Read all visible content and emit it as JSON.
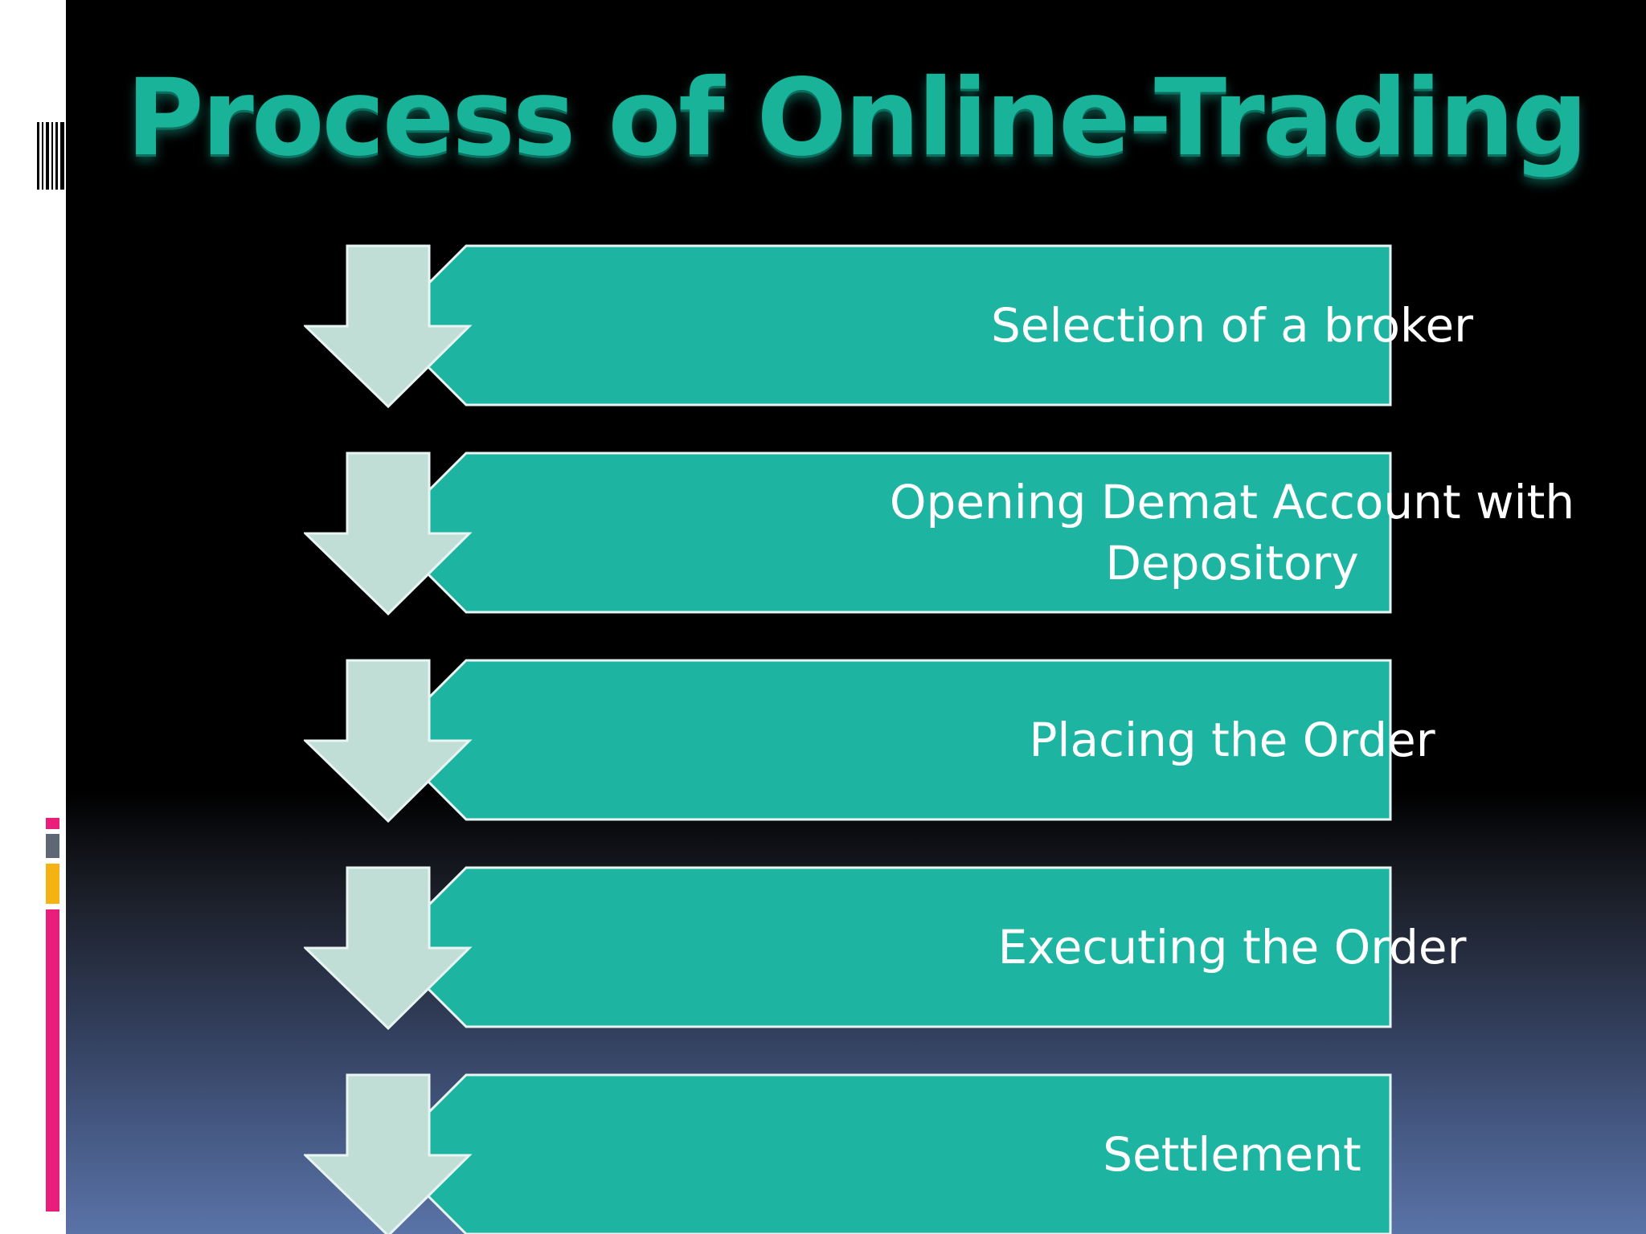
{
  "title": "Process of Online-Trading",
  "steps": [
    {
      "label": "Selection of a broker"
    },
    {
      "label": "Opening Demat Account with Depository"
    },
    {
      "label": "Placing the Order"
    },
    {
      "label": "Executing the Order"
    },
    {
      "label": "Settlement"
    }
  ],
  "colors": {
    "title": "#19b39a",
    "step_fill": "#1db5a1",
    "step_border": "#e8f5f2",
    "arrow_fill": "#c0ddd6",
    "background_top": "#000000",
    "background_bottom": "#5a73a7",
    "accent_pink": "#e91e7a",
    "accent_gray": "#5f6675",
    "accent_orange": "#f4b312"
  }
}
